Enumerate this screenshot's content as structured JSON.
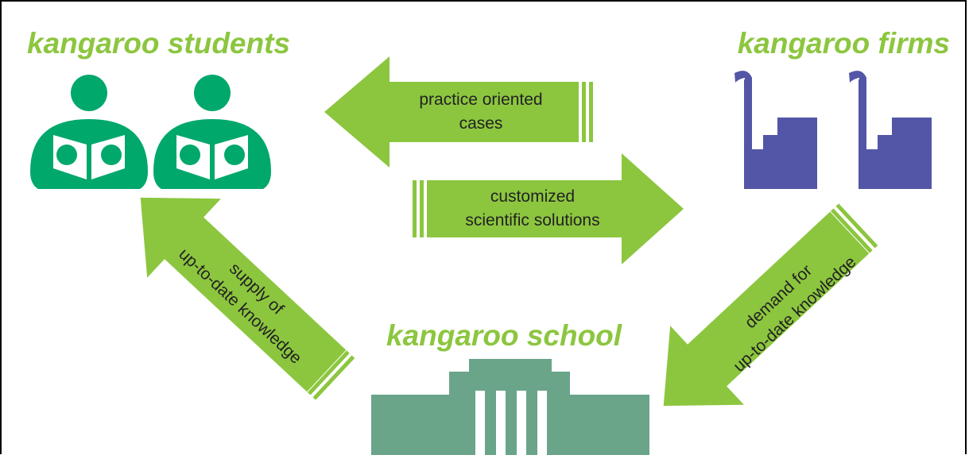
{
  "nodes": {
    "students": "kangaroo students",
    "firms": "kangaroo firms",
    "school": "kangaroo school"
  },
  "arrows": {
    "practice": [
      "practice oriented",
      "cases"
    ],
    "customized": [
      "customized",
      "scientific solutions"
    ],
    "supply": [
      "supply of",
      "up-to-date knowledge"
    ],
    "demand": [
      "demand for",
      "up-to-date knowledge"
    ]
  },
  "colors": {
    "accent_green": "#8cc63f",
    "students_icon": "#00a86b",
    "firms_icon": "#5356a6",
    "school_icon": "#6aa58a"
  },
  "icons": {
    "students": "reading-person-icon",
    "firms": "factory-icon",
    "school": "school-building-icon"
  }
}
